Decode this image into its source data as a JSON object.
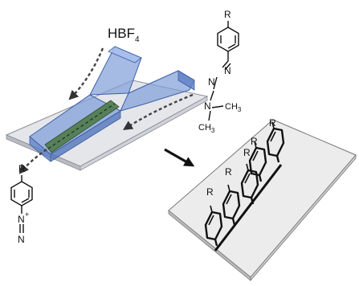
{
  "reagents": {
    "acid": {
      "main": "HBF",
      "sub": "4"
    },
    "r_group": "R",
    "triazene_n": "N",
    "methyl_a": {
      "main": "CH",
      "sub": "3"
    },
    "methyl_b": {
      "main": "CH",
      "sub": "3"
    }
  },
  "product": {
    "r_group": "R",
    "n_plus": "N",
    "plus": "+",
    "n_terminal": "N"
  },
  "surface": {
    "r_labels": [
      "R",
      "R",
      "R",
      "R",
      "R"
    ]
  },
  "colors": {
    "channel_fill": "#7f9ed9",
    "channel_edge": "#3c5ea8",
    "mixing_zone": "#4f7a4a",
    "chip": "#e4e6ea",
    "surface": "#ececec",
    "ink": "#111111"
  }
}
